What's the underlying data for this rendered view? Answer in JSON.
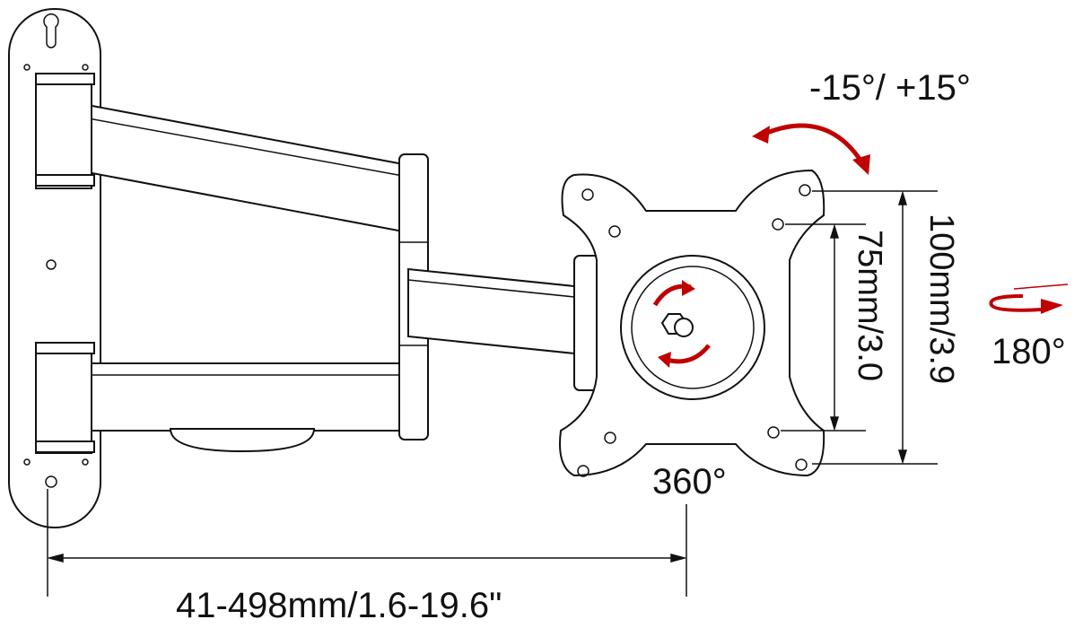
{
  "labels": {
    "tilt": "-15°/ +15°",
    "vesa_100": "100mm/3.9",
    "vesa_75": "75mm/3.0",
    "rotation_flip": "180°",
    "rotation_full": "360°",
    "extension": "41-498mm/1.6-19.6\""
  },
  "colors": {
    "arrow": "#c00000",
    "line": "#111111"
  }
}
